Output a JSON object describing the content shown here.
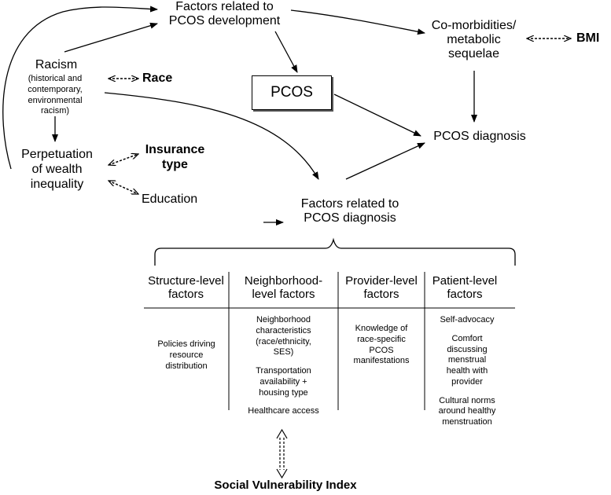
{
  "nodes": {
    "factors_development": "Factors related to\nPCOS development",
    "comorbidities": "Co-morbidities/\nmetabolic\nsequelae",
    "bmi": "BMI",
    "racism": "Racism",
    "racism_detail": "(historical and\ncontemporary,\nenvironmental\nracism)",
    "race": "Race",
    "pcos": "PCOS",
    "pcos_diagnosis": "PCOS diagnosis",
    "wealth": "Perpetuation\nof wealth\ninequality",
    "insurance": "Insurance\ntype",
    "education": "Education",
    "factors_diagnosis": "Factors related to\nPCOS diagnosis",
    "svi": "Social Vulnerability Index"
  },
  "table": {
    "columns": [
      {
        "header": "Structure-level\nfactors",
        "items": [
          "Policies driving\nresource\ndistribution"
        ]
      },
      {
        "header": "Neighborhood-\nlevel factors",
        "items": [
          "Neighborhood\ncharacteristics\n(race/ethnicity,\nSES)",
          "Transportation\navailability +\nhousing type",
          "Healthcare access"
        ]
      },
      {
        "header": "Provider-level\nfactors",
        "items": [
          "Knowledge of\nrace-specific\nPCOS\nmanifestations"
        ]
      },
      {
        "header": "Patient-level\nfactors",
        "items": [
          "Self-advocacy",
          "Comfort\ndiscussing\nmenstrual\nhealth with\nprovider",
          "Cultural norms\naround healthy\nmenstruation"
        ]
      }
    ]
  }
}
